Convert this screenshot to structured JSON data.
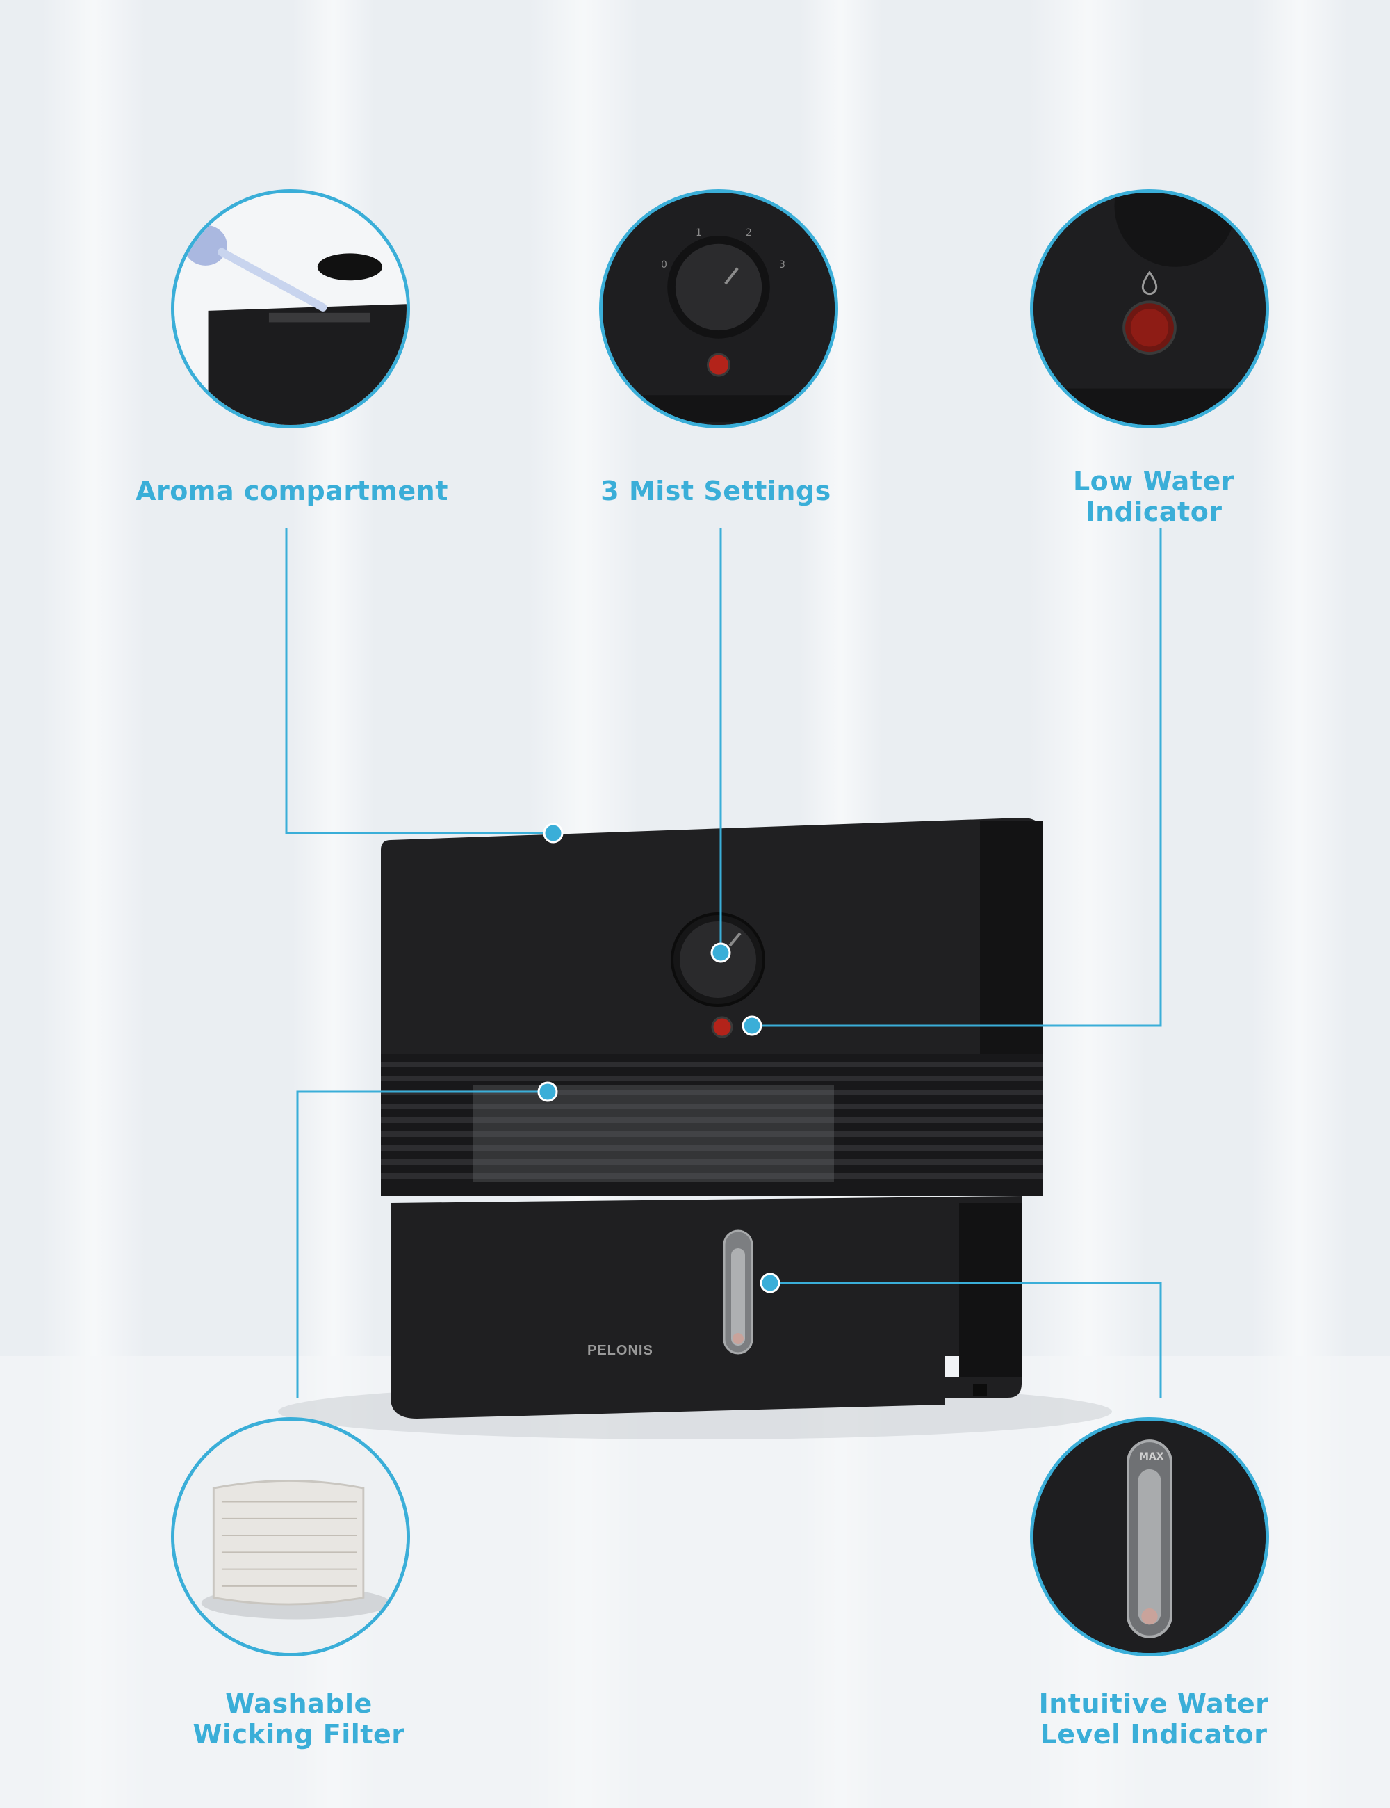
{
  "colors": {
    "accent": "#3aaed8",
    "device": "#1c1c1e",
    "indicator": "#b3231a"
  },
  "callouts": {
    "aroma": "Aroma compartment",
    "mist": "3 Mist Settings",
    "low_water": [
      "Low Water",
      "Indicator"
    ],
    "filter": [
      "Washable",
      "Wicking Filter"
    ],
    "level": [
      "Intuitive Water",
      "Level Indicator"
    ]
  },
  "device": {
    "brand": "PELONIS",
    "dial_marks": [
      "0",
      "1",
      "2",
      "3"
    ],
    "max_label": "MAX"
  }
}
